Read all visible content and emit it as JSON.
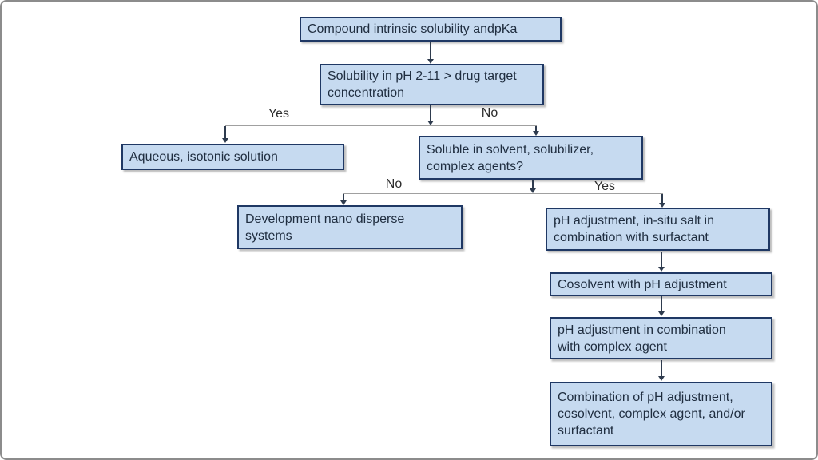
{
  "flowchart": {
    "nodes": {
      "compound": {
        "text": "Compound intrinsic solubility andpKa"
      },
      "solubility_ph": {
        "text": "Solubility in pH 2-11 > drug target\nconcentration"
      },
      "aqueous": {
        "text": "Aqueous, isotonic solution"
      },
      "soluble_solvent": {
        "text": "Soluble in solvent, solubilizer,\ncomplex agents?"
      },
      "nano_disperse": {
        "text": "Development nano disperse\nsystems"
      },
      "ph_in_situ_salt": {
        "text": "pH adjustment, in-situ salt in\ncombination with surfactant"
      },
      "cosolvent_ph": {
        "text": "Cosolvent with pH adjustment"
      },
      "ph_complex_agent": {
        "text": "pH adjustment in combination\nwith complex agent"
      },
      "combination_all": {
        "text": "Combination of pH adjustment,\ncosolvent, complex agent, and/or\nsurfactant"
      }
    },
    "branch_labels": {
      "branch1_yes": "Yes",
      "branch1_no": "No",
      "branch2_no": "No",
      "branch2_yes": "Yes"
    },
    "colors": {
      "node_fill": "#c6daf0",
      "node_border": "#1f3864",
      "node_text": "#1f2d3f",
      "label_text": "#2d2d2d",
      "connector_dark": "#2e3b4e",
      "connector_light": "#a0a0a0",
      "frame_border": "#8c8c8c"
    }
  }
}
